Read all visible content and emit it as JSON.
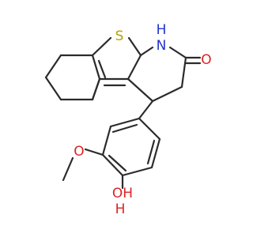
{
  "molecule": {
    "atoms": {
      "sulfur": "S",
      "ring_nitrogen": "N",
      "ring_nitrogen_hydrogen": "H",
      "carbonyl_oxygen": "O",
      "methoxy_oxygen": "O",
      "hydroxyl": "OH",
      "hydroxyl_hydrogen": "H"
    },
    "colors": {
      "bond": "#2b2b2b",
      "sulfur": "#b3a300",
      "nitrogen": "#2233cc",
      "oxygen": "#dd2222"
    }
  }
}
